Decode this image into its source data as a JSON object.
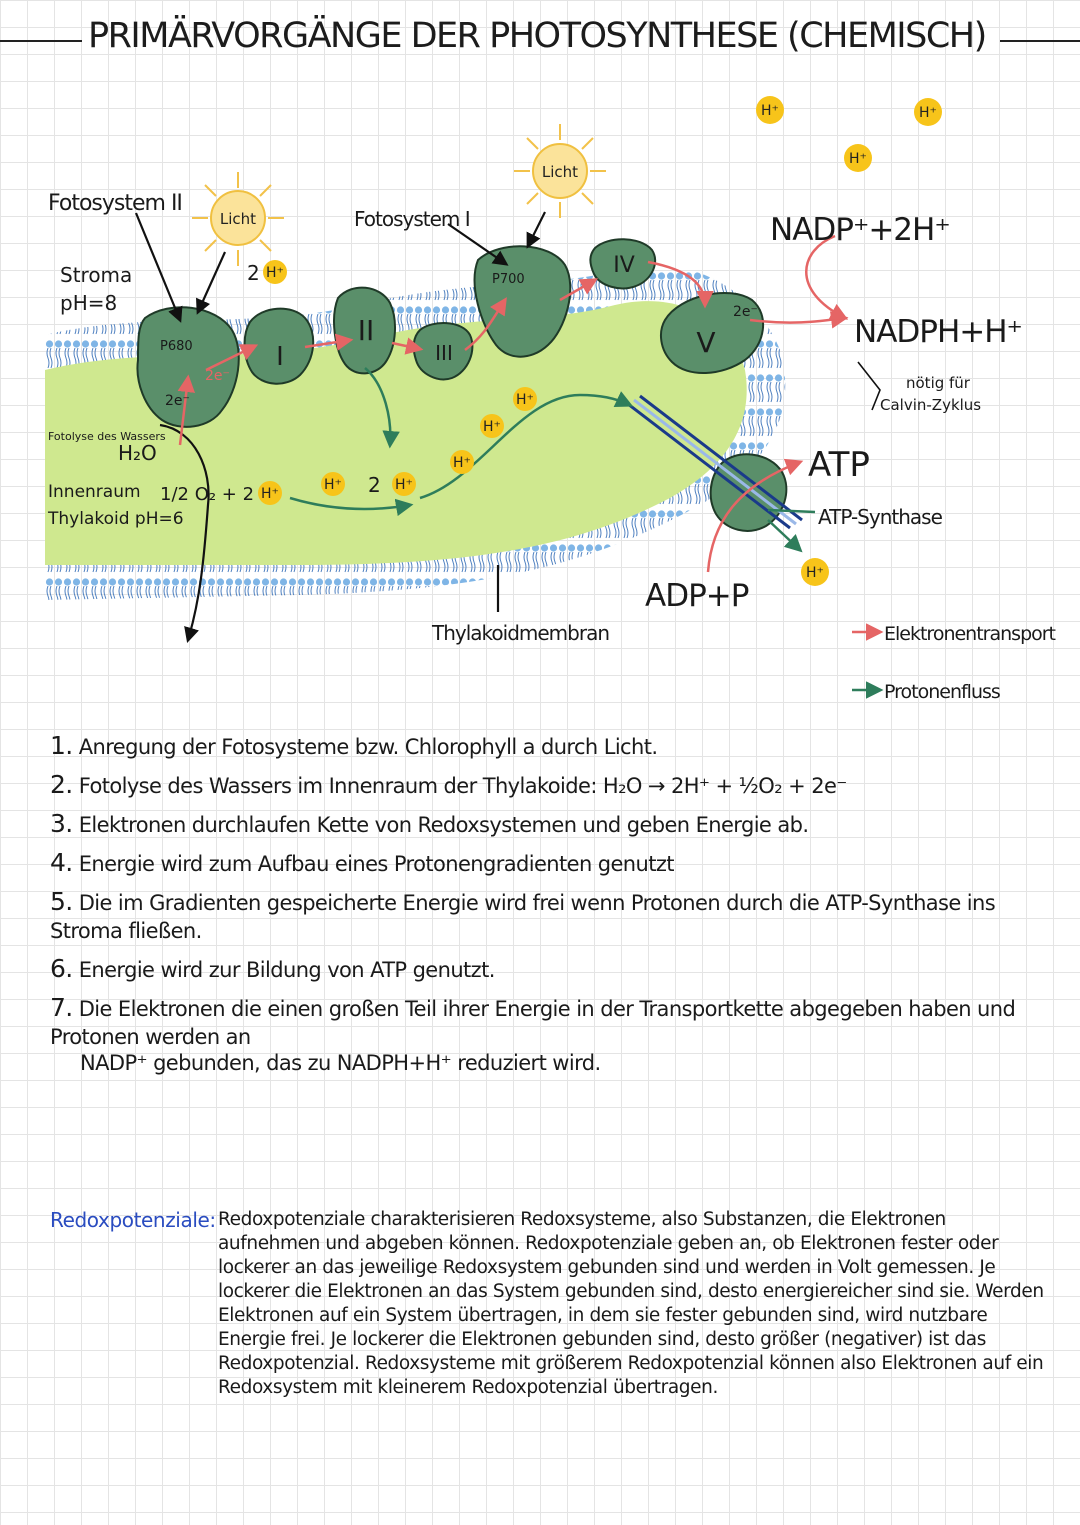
{
  "title": "PRIMÄRVORGÄNGE DER PHOTOSYNTHESE (CHEMISCH)",
  "diagram": {
    "fotosystem2": "Fotosystem II",
    "fotosystem1": "Fotosystem I",
    "stroma": "Stroma",
    "stroma_ph": "pH=8",
    "licht": "Licht",
    "p680": "P680",
    "p700": "P700",
    "complex_1": "I",
    "complex_2": "II",
    "complex_3": "III",
    "complex_4": "IV",
    "complex_5": "V",
    "electrons": "2e⁻",
    "h_plus": "H⁺",
    "two_h": "2",
    "fotolyse": "Fotolyse des Wassers",
    "water": "H₂O",
    "innenraum_1": "Innenraum",
    "innenraum_2": "Thylakoid pH=6",
    "oxygen": "1/2 O₂ + 2",
    "nadp": "NADP⁺+2H⁺",
    "nadph": "NADPH+H⁺",
    "calvin_1": "nötig für",
    "calvin_2": "Calvin-Zyklus",
    "atp": "ATP",
    "atp_synthase": "ATP-Synthase",
    "adp": "ADP+P",
    "thylakoidmembran": "Thylakoidmembran",
    "legend_electron": "Elektronentransport",
    "legend_proton": "Protonenfluss"
  },
  "colors": {
    "protein": "#5a8f6a",
    "lumen": "#cfe88f",
    "membrane": "#7fb5e6",
    "proton": "#f7c41a",
    "electron_arrow": "#e56565",
    "proton_arrow": "#2e7d5b",
    "link_blue": "#2a4cc0"
  },
  "steps": [
    {
      "num": "1.",
      "text": "Anregung der Fotosysteme bzw. Chlorophyll a durch Licht."
    },
    {
      "num": "2.",
      "text": "Fotolyse des Wassers im Innenraum der Thylakoide: H₂O → 2H⁺ + ½O₂ + 2e⁻"
    },
    {
      "num": "3.",
      "text": "Elektronen durchlaufen Kette von Redoxsystemen und geben Energie ab."
    },
    {
      "num": "4.",
      "text": "Energie wird zum Aufbau eines Protonengradienten genutzt"
    },
    {
      "num": "5.",
      "text": "Die im Gradienten gespeicherte Energie wird frei wenn Protonen durch die ATP-Synthase ins Stroma fließen."
    },
    {
      "num": "6.",
      "text": "Energie wird zur Bildung von ATP genutzt."
    },
    {
      "num": "7.",
      "text": "Die Elektronen die einen großen Teil ihrer Energie in der Transportkette abgegeben haben und Protonen werden an",
      "cont": "NADP⁺ gebunden, das zu NADPH+H⁺ reduziert wird."
    }
  ],
  "redox": {
    "term": "Redoxpotenziale:",
    "body": "Redoxpotenziale charakterisieren Redoxsysteme, also Substanzen, die Elektronen aufnehmen und abgeben können. Redoxpotenziale geben an, ob Elektronen fester oder lockerer an das jeweilige Redoxsystem gebunden sind und werden in Volt gemessen. Je lockerer die Elektronen an das System gebunden sind, desto energiereicher sind sie. Werden Elektronen auf ein System übertragen, in dem sie fester gebunden sind, wird nutzbare Energie frei. Je lockerer die Elektronen gebunden sind, desto größer (negativer) ist das Redoxpotenzial. Redoxsysteme mit größerem Redoxpotenzial können also Elektronen auf ein Redoxsystem mit kleinerem Redoxpotenzial übertragen."
  }
}
